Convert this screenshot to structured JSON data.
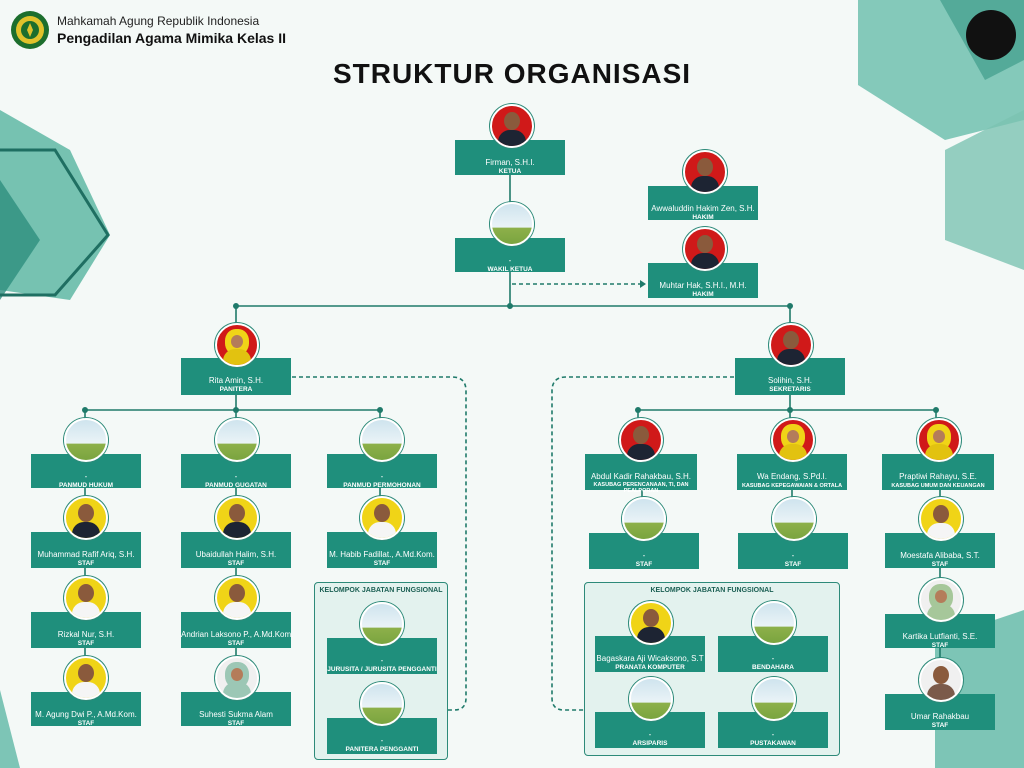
{
  "header": {
    "line1": "Mahkamah Agung Republik Indonesia",
    "line2": "Pengadilan Agama Mimika Kelas II"
  },
  "title": "STRUKTUR ORGANISASI",
  "colors": {
    "box": "#1f8f7c",
    "line": "#1f7a6a",
    "photo_red": "#d01919",
    "photo_yellow": "#f0d417"
  },
  "nodes": {
    "ketua": {
      "name": "Firman, S.H.I.",
      "role": "KETUA"
    },
    "wakil": {
      "name": "-",
      "role": "WAKIL KETUA"
    },
    "hakim1": {
      "name": "Awwaluddin Hakim Zen, S.H.",
      "role": "HAKIM"
    },
    "hakim2": {
      "name": "Muhtar Hak, S.H.I., M.H.",
      "role": "HAKIM"
    },
    "panitera": {
      "name": "Rita Amin, S.H.",
      "role": "PANITERA"
    },
    "sekretaris": {
      "name": "Solihin, S.H.",
      "role": "SEKRETARIS"
    },
    "panmud_hukum": {
      "name": "-",
      "role": "PANMUD HUKUM"
    },
    "panmud_gugatan": {
      "name": "-",
      "role": "PANMUD GUGATAN"
    },
    "panmud_permohonan": {
      "name": "-",
      "role": "PANMUD PERMOHONAN"
    },
    "staf_hukum_1": {
      "name": "Muhammad Rafif Ariq, S.H.",
      "role": "STAF"
    },
    "staf_hukum_2": {
      "name": "Rizkal Nur, S.H.",
      "role": "STAF"
    },
    "staf_hukum_3": {
      "name": "M. Agung Dwi P., A.Md.Kom.",
      "role": "STAF"
    },
    "staf_gugatan_1": {
      "name": "Ubaidullah Halim, S.H.",
      "role": "STAF"
    },
    "staf_gugatan_2": {
      "name": "Andrian Laksono P., A.Md.Kom.",
      "role": "STAF"
    },
    "staf_gugatan_3": {
      "name": "Suhesti Sukma Alam",
      "role": "STAF"
    },
    "staf_permohonan_1": {
      "name": "M. Habib Fadillat., A.Md.Kom.",
      "role": "STAF"
    },
    "fungsional_left_title": "KELOMPOK JABATAN FUNGSIONAL",
    "jurusita": {
      "name": "-",
      "role": "JURUSITA / JURUSITA PENGGANTI"
    },
    "panitera_pengganti": {
      "name": "-",
      "role": "PANITERA PENGGANTI"
    },
    "kasubag_perencanaan": {
      "name": "Abdul Kadir Rahakbau, S.H.",
      "role": "KASUBAG PERENCANAAN, TI, DAN PEALPORAN"
    },
    "kasubag_kepegawaian": {
      "name": "Wa Endang, S.Pd.I.",
      "role": "KASUBAG KEPEGAWAIAN & ORTALA"
    },
    "kasubag_umum": {
      "name": "Praptiwi Rahayu, S.E.",
      "role": "KASUBAG UMUM DAN KEUANGAN"
    },
    "staf_perencanaan": {
      "name": "-",
      "role": "STAF"
    },
    "staf_kepegawaian": {
      "name": "-",
      "role": "STAF"
    },
    "staf_umum_1": {
      "name": "Moestafa Alibaba, S.T.",
      "role": "STAF"
    },
    "staf_umum_2": {
      "name": "Kartika Lutfianti, S.E.",
      "role": "STAF"
    },
    "staf_umum_3": {
      "name": "Umar Rahakbau",
      "role": "STAF"
    },
    "fungsional_right_title": "KELOMPOK JABATAN FUNGSIONAL",
    "pranata_komputer": {
      "name": "Bagaskara Aji Wicaksono, S.T",
      "role": "PRANATA KOMPUTER"
    },
    "bendahara": {
      "name": "-",
      "role": "BENDAHARA"
    },
    "arsiparis": {
      "name": "-",
      "role": "ARSIPARIS"
    },
    "pustakawan": {
      "name": "-",
      "role": "PUSTAKAWAN"
    }
  }
}
